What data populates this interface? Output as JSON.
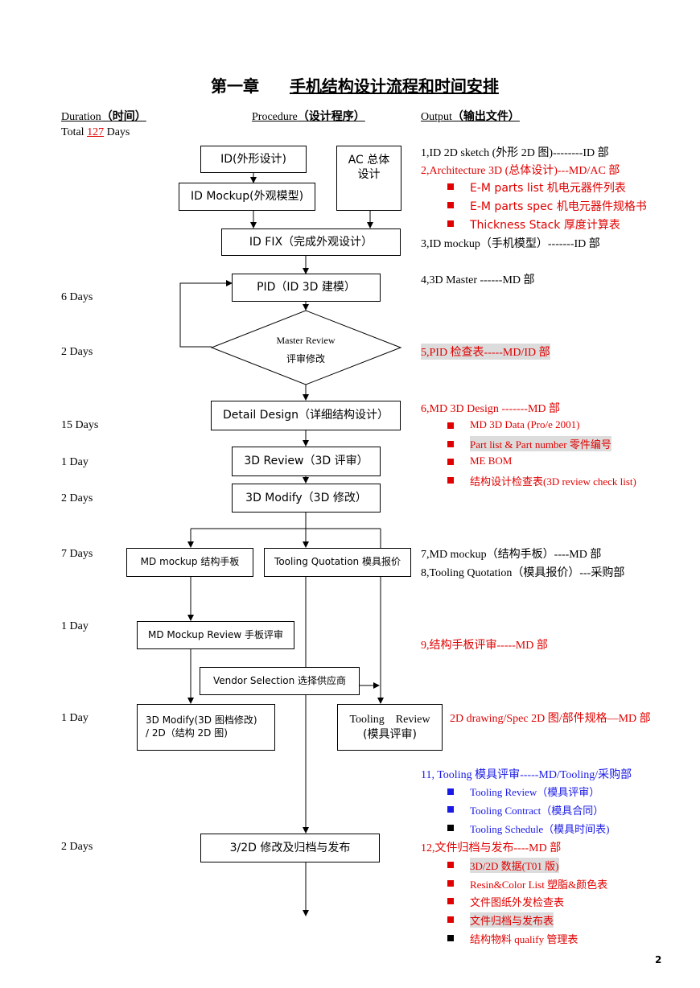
{
  "title_chapter": "第一章",
  "title_text": "手机结构设计流程和时间安排",
  "headers": {
    "duration": "Duration",
    "duration_cn": "（时间）",
    "procedure": "Procedure",
    "procedure_cn": "（设计程序）",
    "output": "Output",
    "output_cn": "（输出文件）"
  },
  "total": {
    "prefix": "Total ",
    "days": "127",
    "suffix": " Days"
  },
  "durations": [
    "6 Days",
    "2 Days",
    "15 Days",
    "1 Day",
    "2 Days",
    "7 Days",
    "1 Day",
    "1 Day",
    "2 Days"
  ],
  "boxes": {
    "id_design": "ID(外形设计)",
    "ac_design": "AC 总体\n设计",
    "id_mockup": "ID Mockup(外观模型)",
    "id_fix": "ID FIX（完成外观设计）",
    "pid": "PID（ID 3D 建模）",
    "master_review": "Master Review",
    "master_review_cn": "评审修改",
    "detail_design": "Detail Design（详细结构设计）",
    "review_3d": "3D Review（3D 评审）",
    "modify_3d": "3D Modify（3D 修改）",
    "md_mockup": "MD mockup 结构手板",
    "tooling_quotation": "Tooling Quotation 模具报价",
    "md_mockup_review": "MD Mockup Review 手板评审",
    "vendor_selection": "Vendor Selection 选择供应商",
    "modify_3d2d_line1": "3D Modify(3D 图档修改)",
    "modify_3d2d_line2": "/ 2D（结构 2D 图)",
    "tooling_review_line1": "Tooling    Review",
    "tooling_review_line2": "(模具评审)",
    "release": "3/2D  修改及归档与发布"
  },
  "outputs": {
    "o1": "1,ID 2D sketch (外形 2D 图)--------ID 部",
    "o2": "2,Architecture 3D (总体设计)---MD/AC 部",
    "o2_items": [
      "E-M parts list  机电元器件列表",
      "E-M parts spec 机电元器件规格书",
      "Thickness Stack 厚度计算表"
    ],
    "o3": "3,ID mockup（手机模型）-------ID 部",
    "o4": "4,3D Master ------MD 部",
    "o5": "5,PID  检查表-----MD/ID 部",
    "o6": "6,MD 3D Design -------MD 部",
    "o6_items": [
      "MD 3D Data (Pro/e 2001)",
      "Part list & Part number 零件编号",
      "ME BOM",
      "结构设计检查表(3D review check list)"
    ],
    "o7": "7,MD mockup（结构手板）----MD 部",
    "o8": "8,Tooling Quotation（模具报价）---采购部",
    "o9": "9,结构手板评审-----MD 部",
    "o10": "2D drawing/Spec 2D 图/部件规格—MD 部",
    "o11": "11, Tooling 模具评审-----MD/Tooling/采购部",
    "o11_items": [
      "Tooling Review（模具评审）",
      "Tooling Contract（模具合同）",
      "Tooling Schedule（模具时间表)"
    ],
    "o12": "12,文件归档与发布----MD 部",
    "o12_items": [
      "3D/2D 数据(T01 版)",
      "Resin&Color List 塑脂&颜色表",
      "文件图纸外发检查表",
      "文件归档与发布表",
      "结构物料 qualify 管理表"
    ]
  },
  "page_number": "2",
  "colors": {
    "red": "#e00000",
    "blue": "#1a1ae6",
    "highlight": "#dcdcdc"
  }
}
